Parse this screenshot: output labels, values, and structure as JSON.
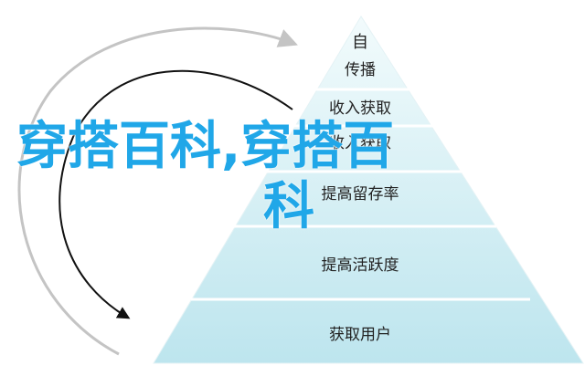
{
  "pyramid": {
    "layers": [
      {
        "label": "自"
      },
      {
        "label": "传播"
      },
      {
        "label": "收入获取"
      },
      {
        "label": "收入获取"
      },
      {
        "label": "提高留存率"
      },
      {
        "label": "提高活跃度"
      },
      {
        "label": "获取用户"
      }
    ]
  },
  "overlay": {
    "line1": "穿搭百科,穿搭百",
    "line2": "科"
  },
  "colors": {
    "overlay_text": "#20a7e8",
    "pyramid_light": "#eef9fb",
    "pyramid_dark": "#bfe6ee",
    "arrow": "#111111",
    "arrow_grey": "#bdbdbd"
  }
}
